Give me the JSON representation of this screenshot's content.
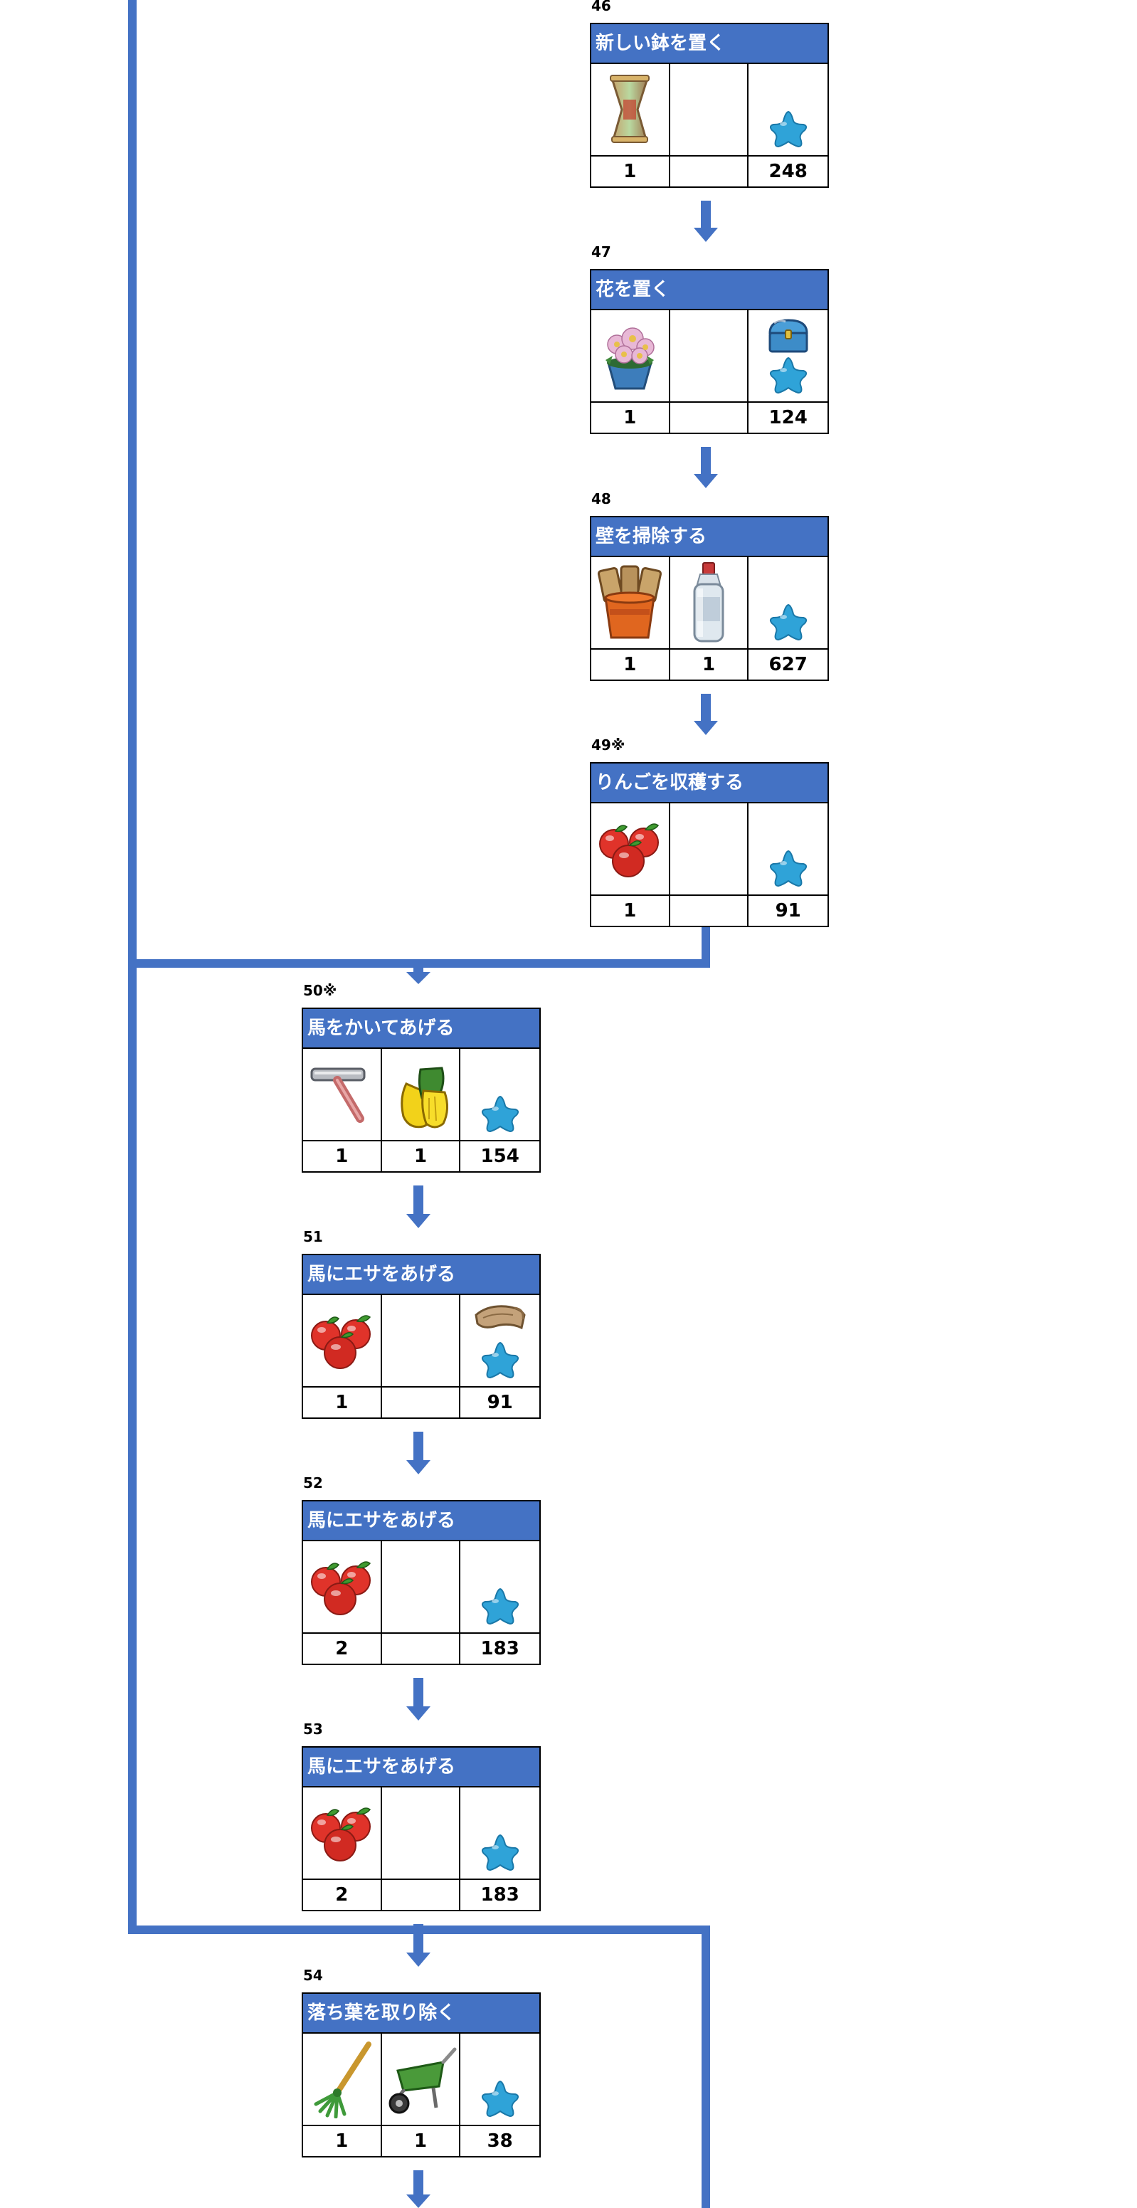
{
  "steps": [
    {
      "id": "46",
      "title": "新しい鉢を置く",
      "items": [
        {
          "icon": "vase-icon",
          "qty": "1"
        },
        {
          "icon": "",
          "qty": ""
        }
      ],
      "reward": {
        "icons": [
          "star-icon"
        ],
        "qty": "248"
      }
    },
    {
      "id": "47",
      "title": "花を置く",
      "items": [
        {
          "icon": "flower-pot-icon",
          "qty": "1"
        },
        {
          "icon": "",
          "qty": ""
        }
      ],
      "reward": {
        "icons": [
          "treasure-chest-icon",
          "star-icon"
        ],
        "qty": "124"
      }
    },
    {
      "id": "48",
      "title": "壁を掃除する",
      "items": [
        {
          "icon": "brush-bucket-icon",
          "qty": "1"
        },
        {
          "icon": "spray-bottle-icon",
          "qty": "1"
        }
      ],
      "reward": {
        "icons": [
          "star-icon"
        ],
        "qty": "627"
      }
    },
    {
      "id": "49※",
      "title": "りんごを収穫する",
      "items": [
        {
          "icon": "apples-icon",
          "qty": "1"
        },
        {
          "icon": "",
          "qty": ""
        }
      ],
      "reward": {
        "icons": [
          "star-icon"
        ],
        "qty": "91"
      }
    },
    {
      "id": "50※",
      "title": "馬をかいてあげる",
      "items": [
        {
          "icon": "scraper-icon",
          "qty": "1"
        },
        {
          "icon": "gloves-icon",
          "qty": "1"
        }
      ],
      "reward": {
        "icons": [
          "star-icon"
        ],
        "qty": "154"
      }
    },
    {
      "id": "51",
      "title": "馬にエサをあげる",
      "items": [
        {
          "icon": "apples-icon",
          "qty": "1"
        },
        {
          "icon": "",
          "qty": ""
        }
      ],
      "reward": {
        "icons": [
          "burlap-icon",
          "star-icon"
        ],
        "qty": "91"
      }
    },
    {
      "id": "52",
      "title": "馬にエサをあげる",
      "items": [
        {
          "icon": "apples-icon",
          "qty": "2"
        },
        {
          "icon": "",
          "qty": ""
        }
      ],
      "reward": {
        "icons": [
          "star-icon"
        ],
        "qty": "183"
      }
    },
    {
      "id": "53",
      "title": "馬にエサをあげる",
      "items": [
        {
          "icon": "apples-icon",
          "qty": "2"
        },
        {
          "icon": "",
          "qty": ""
        }
      ],
      "reward": {
        "icons": [
          "star-icon"
        ],
        "qty": "183"
      }
    },
    {
      "id": "54",
      "title": "落ち葉を取り除く",
      "items": [
        {
          "icon": "rake-icon",
          "qty": "1"
        },
        {
          "icon": "wheelbarrow-icon",
          "qty": "1"
        }
      ],
      "reward": {
        "icons": [
          "star-icon"
        ],
        "qty": "38"
      }
    }
  ],
  "colors": {
    "header": "#4472c4",
    "flow_line": "#4472c4",
    "star": "#2fa3d8"
  }
}
